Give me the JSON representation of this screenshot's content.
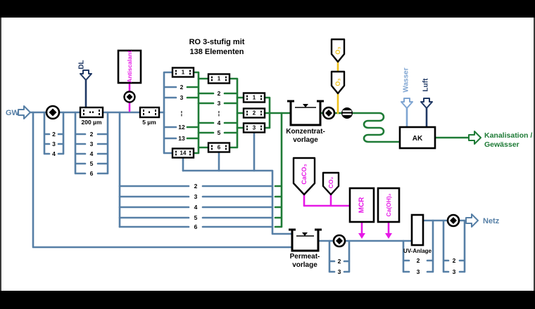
{
  "colors": {
    "water_line": "#567fa6",
    "air_navy": "#1f3864",
    "wasser_light_blue": "#7fa5d2",
    "concentrate_green": "#1e7b36",
    "dosing_magenta": "#e619e6",
    "ozone_yellow": "#eec11e",
    "symbol_black": "#000000"
  },
  "labels": {
    "gw": "GW",
    "dl": "DL",
    "antiscalant": "Antiscalant",
    "filter_coarse": "200 µm",
    "filter_fine": "5 µm",
    "ro_title_line1": "RO 3-stufig mit",
    "ro_title_line2": "138 Elementen",
    "konzentrat_line1": "Konzentrat-",
    "konzentrat_line2": "vorlage",
    "o3_upper": "O₃",
    "o3_lower": "O₃",
    "wasser": "Wasser",
    "luft": "Luft",
    "ak": "AK",
    "kanalisation_line1": "Kanalisation /",
    "kanalisation_line2": "Gewässer",
    "caco3": "CaCO₃",
    "co2": "CO₂",
    "mcr": "MCR",
    "caoh2": "Ca(OH)₂",
    "permeat_line1": "Permeat-",
    "permeat_line2": "vorlage",
    "uv": "UV-Anlage",
    "netz": "Netz"
  },
  "ro": {
    "stage1": {
      "first": "1",
      "rows": [
        "2",
        "3",
        "¦",
        "12",
        "13"
      ],
      "last": "14"
    },
    "stage2": {
      "first": "1",
      "rows": [
        "2",
        "3",
        "¦",
        "4",
        "5"
      ],
      "last": "6"
    },
    "stage3": {
      "vessels": [
        "1",
        "2",
        "3"
      ]
    }
  },
  "parallel_units": {
    "intake_pumps": [
      "2",
      "3",
      "4"
    ],
    "coarse_filters": [
      "2",
      "3",
      "4",
      "5",
      "6"
    ],
    "ro_trains": [
      "2",
      "3",
      "4",
      "5",
      "6"
    ],
    "permeate_pumps": [
      "2",
      "3"
    ],
    "uv_units": [
      "2",
      "3"
    ],
    "network_pumps": [
      "2",
      "3"
    ]
  }
}
